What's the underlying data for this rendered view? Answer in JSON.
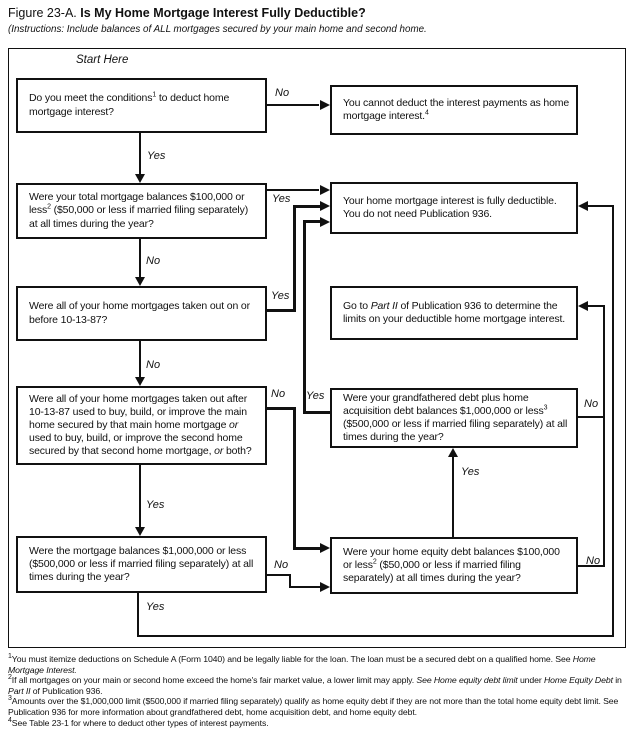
{
  "title": {
    "prefix": "Figure 23-A.",
    "main": "Is My Home Mortgage Interest Fully Deductible?"
  },
  "subtitle": "(Instructions: Include balances of ALL mortgages secured by your main home and second home.",
  "start_label": "Start Here",
  "labels": {
    "yes": "Yes",
    "no": "No"
  },
  "boxes": {
    "q1": {
      "segments": [
        {
          "t": "Do you meet the conditions"
        },
        {
          "t": "1",
          "s": "sup"
        },
        {
          "t": " to deduct home mortgage interest?"
        }
      ]
    },
    "r1": {
      "segments": [
        {
          "t": "You cannot deduct the interest payments as home mortgage interest."
        },
        {
          "t": "4",
          "s": "sup"
        }
      ]
    },
    "q2": {
      "segments": [
        {
          "t": "Were your total mortgage balances $100,000 or less"
        },
        {
          "t": "2",
          "s": "sup"
        },
        {
          "t": " ($50,000 or less if married filing separately) at all times during the year?"
        }
      ]
    },
    "r2": {
      "segments": [
        {
          "t": "Your home mortgage interest is fully deductible. You do not need Publication 936."
        }
      ]
    },
    "q3": {
      "segments": [
        {
          "t": "Were all of your home mortgages taken out on or before 10-13-87?"
        }
      ]
    },
    "r3": {
      "segments": [
        {
          "t": "Go to "
        },
        {
          "t": "Part II",
          "s": "i"
        },
        {
          "t": " of Publication 936 to determine the limits on your deductible home mortgage interest."
        }
      ]
    },
    "q4": {
      "segments": [
        {
          "t": "Were all of your home mortgages taken out after 10-13-87 used to buy, build, or improve the main home secured by that main home mortgage "
        },
        {
          "t": "or",
          "s": "i"
        },
        {
          "t": " used to buy, build, or improve the second home secured by that second home mortgage, "
        },
        {
          "t": "or",
          "s": "i"
        },
        {
          "t": " both?"
        }
      ]
    },
    "r4": {
      "segments": [
        {
          "t": "Were your grandfathered debt plus home acquisition debt balances $1,000,000 or less"
        },
        {
          "t": "3",
          "s": "sup"
        },
        {
          "t": " ($500,000 or less if married filing separately) at all times during the year?"
        }
      ]
    },
    "q5": {
      "segments": [
        {
          "t": "Were the mortgage balances $1,000,000 or less ($500,000 or less if married filing separately) at all times during the year?"
        }
      ]
    },
    "r5": {
      "segments": [
        {
          "t": "Were your home equity debt balances $100,000 or less"
        },
        {
          "t": "2",
          "s": "sup"
        },
        {
          "t": " ($50,000 or less if married filing separately) at all times during the year?"
        }
      ]
    }
  },
  "footnotes": [
    {
      "marker": "1",
      "segments": [
        {
          "t": "You must itemize deductions on Schedule A (Form 1040) and be legally liable for the loan. The loan must be a secured debt on a qualified home. See "
        },
        {
          "t": "Home Mortgage Interest.",
          "s": "i"
        }
      ]
    },
    {
      "marker": "2",
      "segments": [
        {
          "t": "If all mortgages on your main or second home exceed the home's fair market value, a lower limit may apply. "
        },
        {
          "t": "See Home equity debt limit",
          "s": "i"
        },
        {
          "t": " under "
        },
        {
          "t": "Home Equity Debt",
          "s": "i"
        },
        {
          "t": " in "
        },
        {
          "t": "Part II",
          "s": "i"
        },
        {
          "t": " of Publication 936."
        }
      ]
    },
    {
      "marker": "3",
      "segments": [
        {
          "t": "Amounts over the $1,000,000 limit ($500,000 if married filing separately) qualify as home equity debt if they are not more than the total home equity debt limit. See Publication 936 for more information about grandfathered debt, home acquisition debt, and home equity debt."
        }
      ]
    },
    {
      "marker": "4",
      "segments": [
        {
          "t": "See Table 23-1 for where to deduct other types of interest payments."
        }
      ]
    }
  ]
}
